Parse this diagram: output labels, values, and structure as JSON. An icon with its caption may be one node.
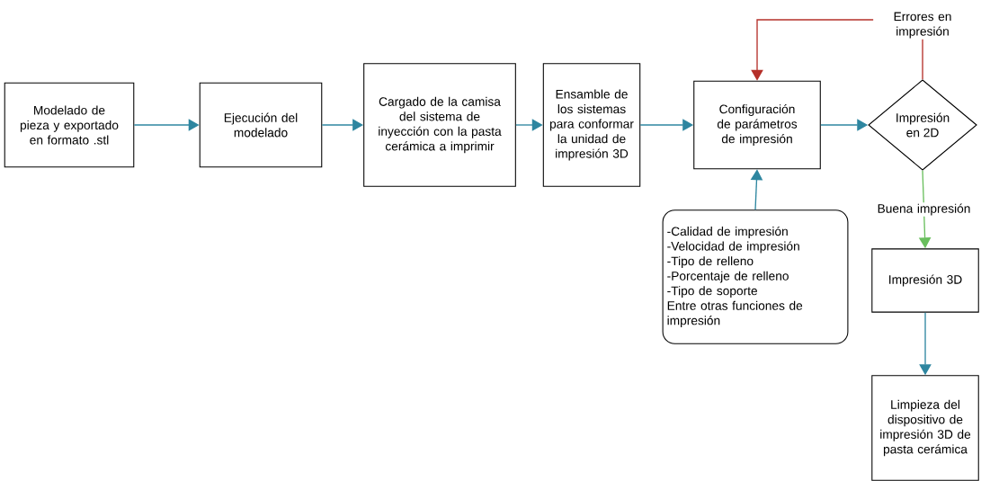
{
  "diagram": {
    "nodes": [
      {
        "text": [
          "Modelado de pieza y exportado en formato .stl"
        ]
      },
      {
        "text": [
          "Ejecución del modelado"
        ]
      },
      {
        "text": [
          "Cargado de la camisa del sistema de inyección con la pasta cerámica a imprimir"
        ]
      },
      {
        "text": [
          "Ensamble de los sistemas para conformar la unidad de impresión 3D"
        ]
      },
      {
        "text": [
          "Configuración de parámetros de impresión"
        ]
      },
      {
        "text": [
          "Impresión en 2D"
        ]
      },
      {
        "text": [
          "-Calidad de impresión",
          "-Velocidad de impresión",
          "-Tipo de relleno",
          "-Porcentaje de relleno",
          "-Tipo de soporte",
          "Entre otras funciones de impresión"
        ]
      },
      {
        "text": [
          "Impresión 3D"
        ]
      },
      {
        "text": [
          "Limpieza del dispositivo de impresión 3D de pasta cerámica"
        ]
      }
    ],
    "edges": [
      {
        "from": 0,
        "to": 1,
        "arrow": "to"
      },
      {
        "from": 1,
        "to": 2,
        "arrow": "to"
      },
      {
        "from": 2,
        "to": 3,
        "arrow": "to"
      },
      {
        "from": 3,
        "to": 4,
        "arrow": "to"
      },
      {
        "from": 4,
        "to": 5,
        "arrow": "to"
      },
      {
        "from": 5,
        "to": 4,
        "arrow": "to",
        "label": "Errores en impresión",
        "color": "#b5302a"
      },
      {
        "from": 5,
        "to": 7,
        "arrow": "to",
        "label": "Buena impresión",
        "color": "#6abf5e"
      },
      {
        "from": 6,
        "to": 4,
        "arrow": "to"
      },
      {
        "from": 7,
        "to": 8,
        "arrow": "to"
      }
    ]
  }
}
